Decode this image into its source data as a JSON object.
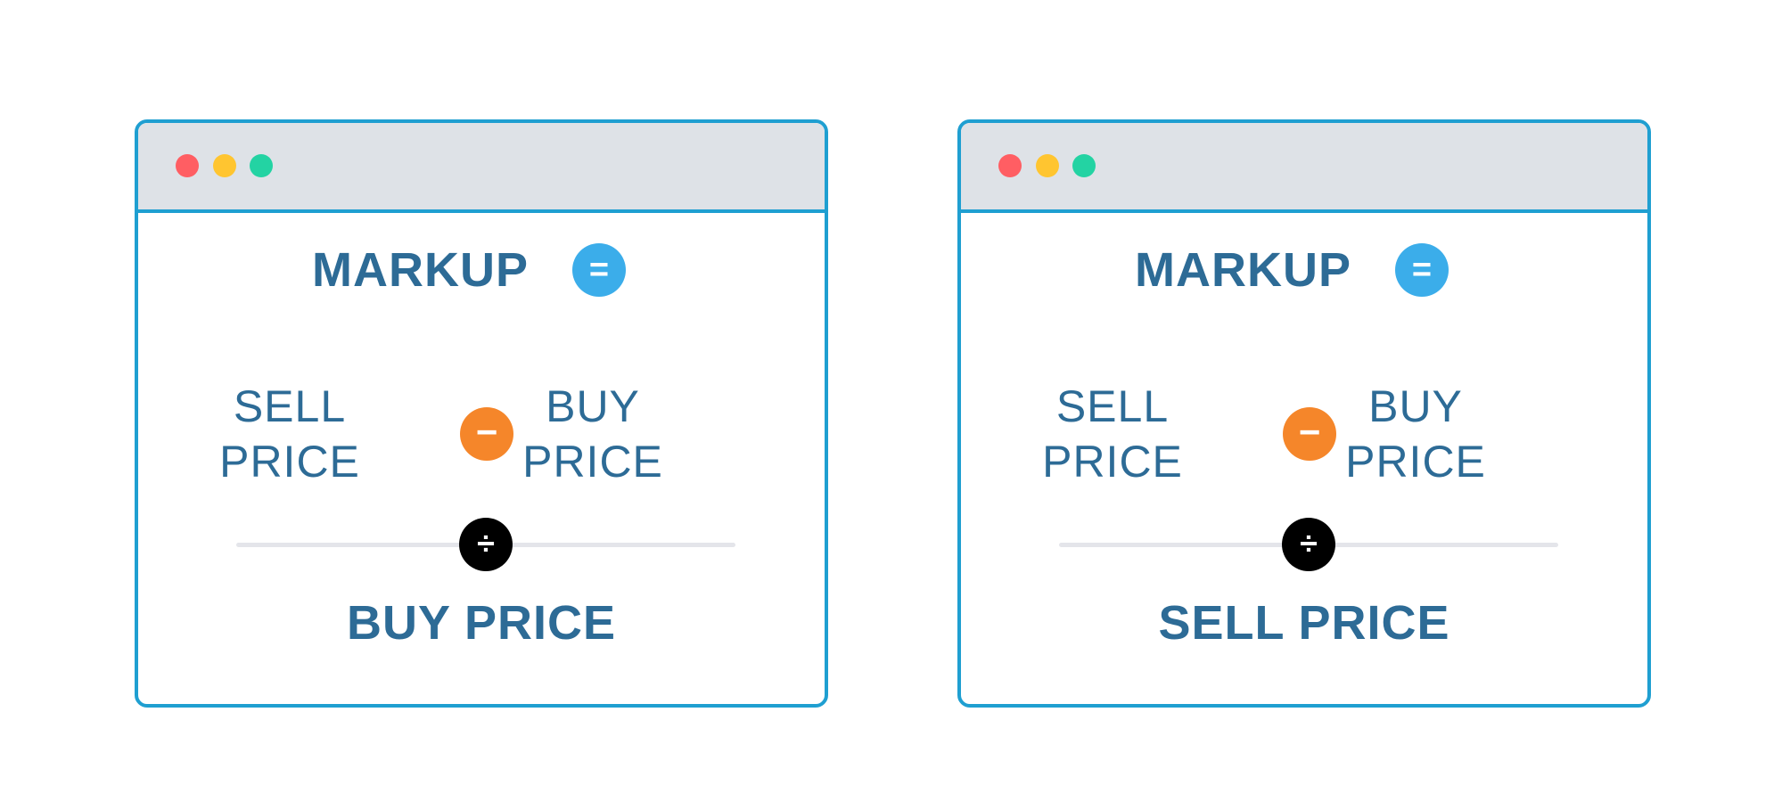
{
  "colors": {
    "border": "#1f9fd1",
    "titlebar": "#dee2e7",
    "text": "#2d6b96",
    "dot_red": "#ff5e63",
    "dot_yellow": "#ffc530",
    "dot_green": "#23d3a3",
    "equals_circle": "#3badea",
    "minus_circle": "#f5862a",
    "divide_circle": "#000000",
    "divider_line": "#e4e5ea"
  },
  "panels": [
    {
      "title": "MARKUP",
      "equals_symbol": "=",
      "minuend_line1": "SELL",
      "minuend_line2": "PRICE",
      "minus_symbol": "−",
      "subtrahend_line1": "BUY",
      "subtrahend_line2": "PRICE",
      "divide_symbol": "÷",
      "denominator": "BUY PRICE"
    },
    {
      "title": "MARKUP",
      "equals_symbol": "=",
      "minuend_line1": "SELL",
      "minuend_line2": "PRICE",
      "minus_symbol": "−",
      "subtrahend_line1": "BUY",
      "subtrahend_line2": "PRICE",
      "divide_symbol": "÷",
      "denominator": "SELL PRICE"
    }
  ],
  "icons": {
    "window_controls": [
      "close-dot-icon",
      "minimize-dot-icon",
      "maximize-dot-icon"
    ],
    "operators": [
      "equals-icon",
      "minus-icon",
      "divide-icon"
    ]
  }
}
